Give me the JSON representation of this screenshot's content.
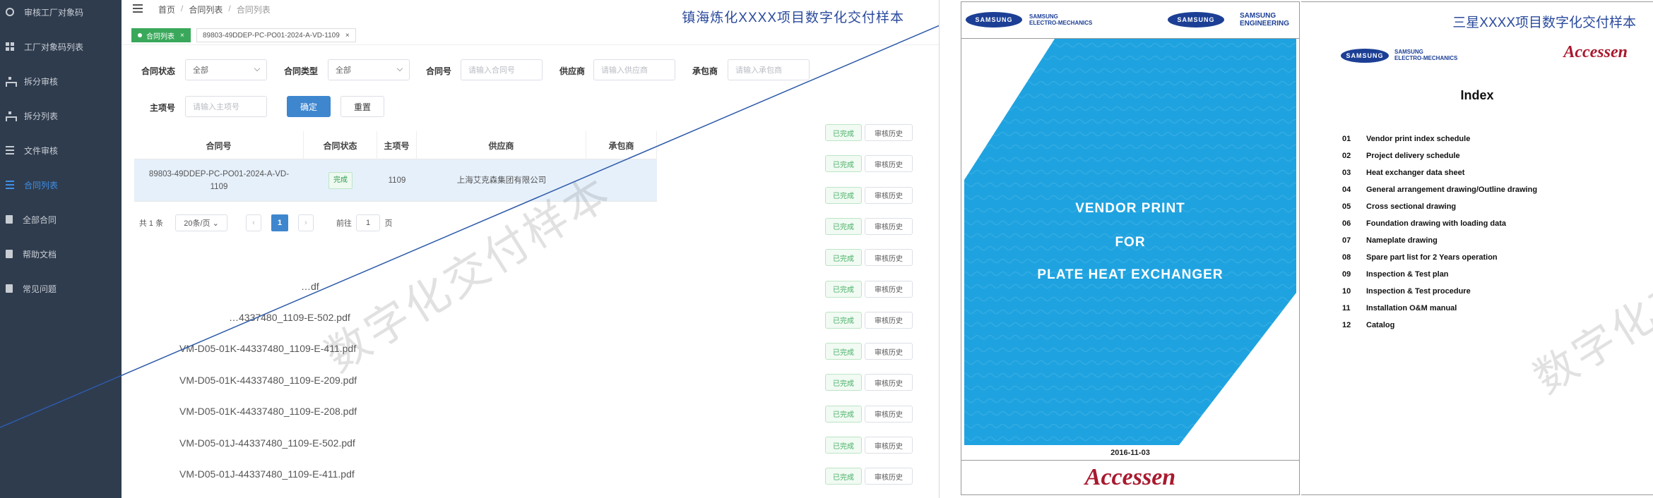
{
  "left_screen": {
    "title_watermark": "镇海炼化XXXX项目数字化交付样本",
    "diag_watermark": "数字化交付样本",
    "sidebar": {
      "items": [
        {
          "label": "审核工厂对象码",
          "icon": "circle-icon"
        },
        {
          "label": "工厂对象码列表",
          "icon": "grid-icon"
        },
        {
          "label": "拆分审核",
          "icon": "tree-icon"
        },
        {
          "label": "拆分列表",
          "icon": "tree-icon"
        },
        {
          "label": "文件审核",
          "icon": "list-icon"
        },
        {
          "label": "合同列表",
          "icon": "list-icon",
          "active": true
        },
        {
          "label": "全部合同",
          "icon": "book-icon"
        },
        {
          "label": "帮助文档",
          "icon": "book-icon"
        },
        {
          "label": "常见问题",
          "icon": "book-icon"
        }
      ]
    },
    "breadcrumb": [
      "首页",
      "合同列表",
      "合同列表"
    ],
    "tabs": [
      {
        "label": "合同列表",
        "active": true
      },
      {
        "label": "89803-49DDEP-PC-PO01-2024-A-VD-1109",
        "active": false
      }
    ],
    "filters": {
      "contract_status_label": "合同状态",
      "contract_status_value": "全部",
      "contract_type_label": "合同类型",
      "contract_type_value": "全部",
      "contract_no_label": "合同号",
      "contract_no_placeholder": "请输入合同号",
      "supplier_label": "供应商",
      "supplier_placeholder": "请输入供应商",
      "contractor_label": "承包商",
      "contractor_placeholder": "请输入承包商",
      "item_no_label": "主项号",
      "item_no_placeholder": "请输入主项号",
      "confirm_label": "确定",
      "reset_label": "重置"
    },
    "table": {
      "headers": [
        "合同号",
        "合同状态",
        "主项号",
        "供应商",
        "承包商"
      ],
      "row": {
        "contract_no_line1": "89803-49DDEP-PC-PO01-2024-A-VD-",
        "contract_no_line2": "1109",
        "status": "完成",
        "item_no": "1109",
        "supplier": "上海艾克森集团有限公司",
        "contractor": ""
      }
    },
    "pager": {
      "total": "共 1 条",
      "page_size": "20条/页",
      "current_page": "1",
      "goto_prefix": "前往",
      "goto_value": "1",
      "goto_suffix": "页"
    },
    "files": [
      {
        "name": "…df"
      },
      {
        "name": "…4337480_1109-E-502.pdf"
      },
      {
        "name": "VM-D05-01K-44337480_1109-E-411.pdf"
      },
      {
        "name": "VM-D05-01K-44337480_1109-E-209.pdf"
      },
      {
        "name": "VM-D05-01K-44337480_1109-E-208.pdf"
      },
      {
        "name": "VM-D05-01J-44337480_1109-E-502.pdf"
      },
      {
        "name": "VM-D05-01J-44337480_1109-E-411.pdf"
      }
    ],
    "actions": {
      "done_label": "已完成",
      "history_label": "审核历史",
      "rows": 12
    }
  },
  "right_doc": {
    "cover": {
      "samsung_left": "SAMSUNG",
      "samsung_left_sub1": "SAMSUNG",
      "samsung_left_sub2": "ELECTRO-MECHANICS",
      "samsung_right": "SAMSUNG",
      "samsung_right_sub1": "SAMSUNG",
      "samsung_right_sub2": "ENGINEERING",
      "line1": "VENDOR PRINT",
      "line2": "FOR",
      "line3": "PLATE HEAT EXCHANGER",
      "date": "2016-11-03",
      "brand": "Accessen",
      "blue": "#1fa3e0"
    },
    "index": {
      "title_watermark": "三星XXXX项目数字化交付样本",
      "diag_watermark": "数字化交付样本",
      "samsung": "SAMSUNG",
      "samsung_sub1": "SAMSUNG",
      "samsung_sub2": "ELECTRO-MECHANICS",
      "brand": "Accessen",
      "heading": "Index",
      "items": [
        {
          "num": "01",
          "text": "Vendor print index schedule"
        },
        {
          "num": "02",
          "text": "Project delivery schedule"
        },
        {
          "num": "03",
          "text": "Heat exchanger data sheet"
        },
        {
          "num": "04",
          "text": "General arrangement drawing/Outline drawing"
        },
        {
          "num": "05",
          "text": "Cross sectional drawing"
        },
        {
          "num": "06",
          "text": "Foundation drawing with loading data"
        },
        {
          "num": "07",
          "text": "Nameplate drawing"
        },
        {
          "num": "08",
          "text": "Spare part list for 2 Years operation"
        },
        {
          "num": "09",
          "text": "Inspection & Test plan"
        },
        {
          "num": "10",
          "text": "Inspection & Test procedure"
        },
        {
          "num": "11",
          "text": "Installation O&M manual"
        },
        {
          "num": "12",
          "text": "Catalog"
        }
      ]
    }
  }
}
